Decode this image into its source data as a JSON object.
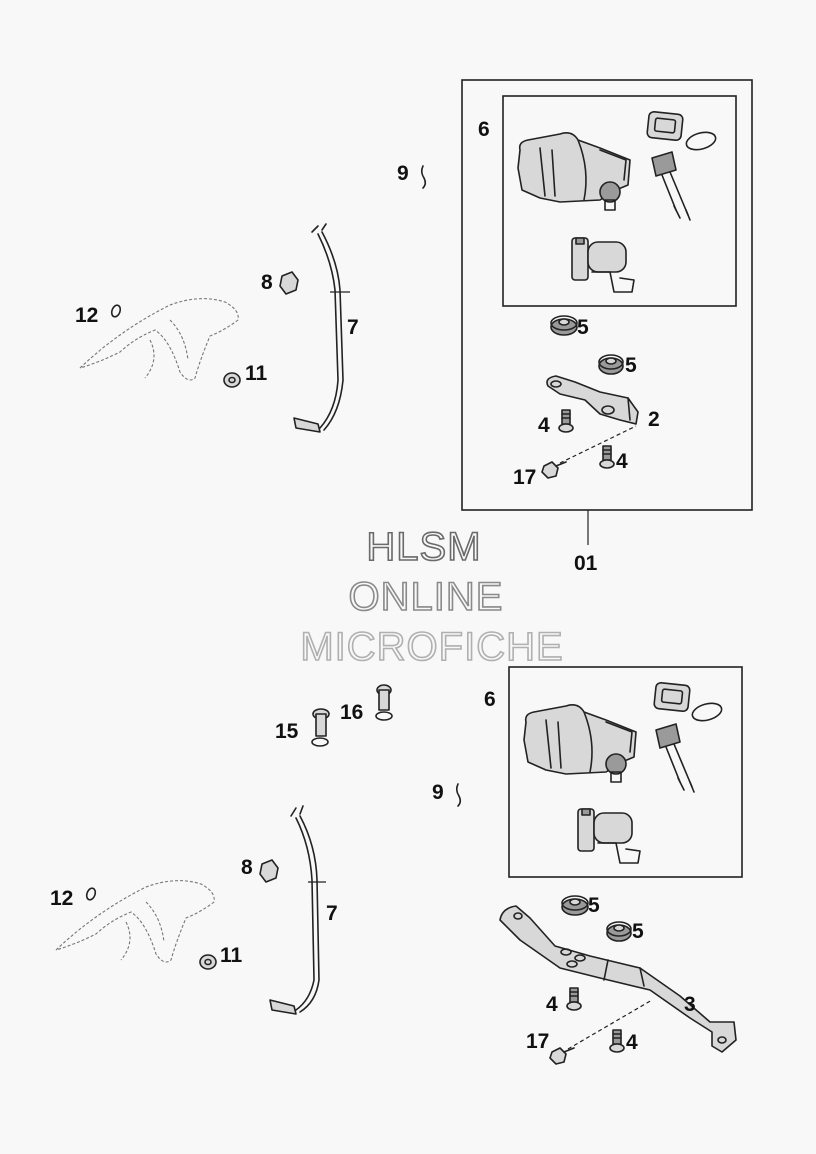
{
  "watermark": {
    "line1": "HLSM",
    "line2": "ONLINE",
    "line3": "MICROFICHE"
  },
  "top_group": {
    "assembly_label": "01",
    "labels": {
      "switch": "6",
      "clip": "9",
      "cable_nut": "8",
      "cover": "12",
      "cable": "7",
      "nut": "11",
      "grommet_a": "5",
      "grommet_b": "5",
      "bracket": "2",
      "screw_a": "4",
      "screw_b": "4",
      "bolt": "17"
    }
  },
  "bottom_group": {
    "labels": {
      "switch": "6",
      "pin_a": "15",
      "pin_b": "16",
      "clip": "9",
      "cable_nut": "8",
      "cover": "12",
      "cable": "7",
      "nut": "11",
      "grommet_a": "5",
      "grommet_b": "5",
      "bracket": "3",
      "screw_a": "4",
      "screw_b": "4",
      "bolt": "17"
    }
  },
  "colors": {
    "line": "#222222",
    "watermark_dark": "#6a6a6a",
    "watermark_light": "#b0b0b0",
    "background": "#f8f8f8"
  }
}
